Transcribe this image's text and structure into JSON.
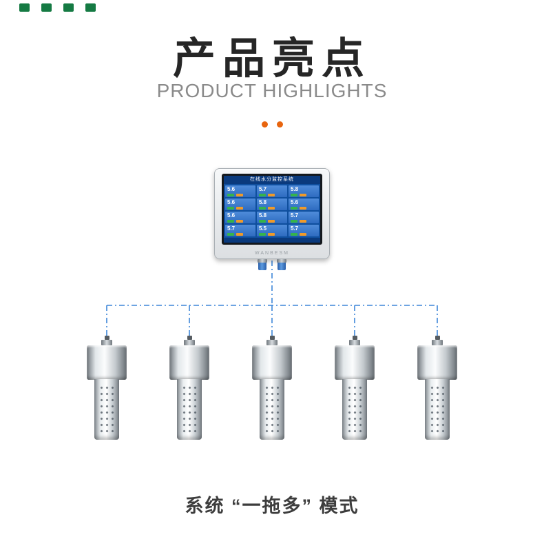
{
  "header": {
    "title": "产品亮点",
    "subtitle": "PRODUCT HIGHLIGHTS",
    "accent_color": "#e8650f"
  },
  "monitor": {
    "screen_title": "在线水分监控系统",
    "brand": "WANBESM",
    "cells": [
      "5.6",
      "5.7",
      "5.8",
      "5.6",
      "5.8",
      "5.6",
      "5.6",
      "5.8",
      "5.7",
      "5.7",
      "5.5",
      "5.7"
    ],
    "status_ok_color": "#35b44a",
    "status_warn_color": "#f09a28",
    "screen_bg": "#0f4f9e"
  },
  "diagram": {
    "line_color": "#3d86d8",
    "probe_count": 5
  },
  "caption": {
    "text": "系统 “一拖多” 模式"
  }
}
